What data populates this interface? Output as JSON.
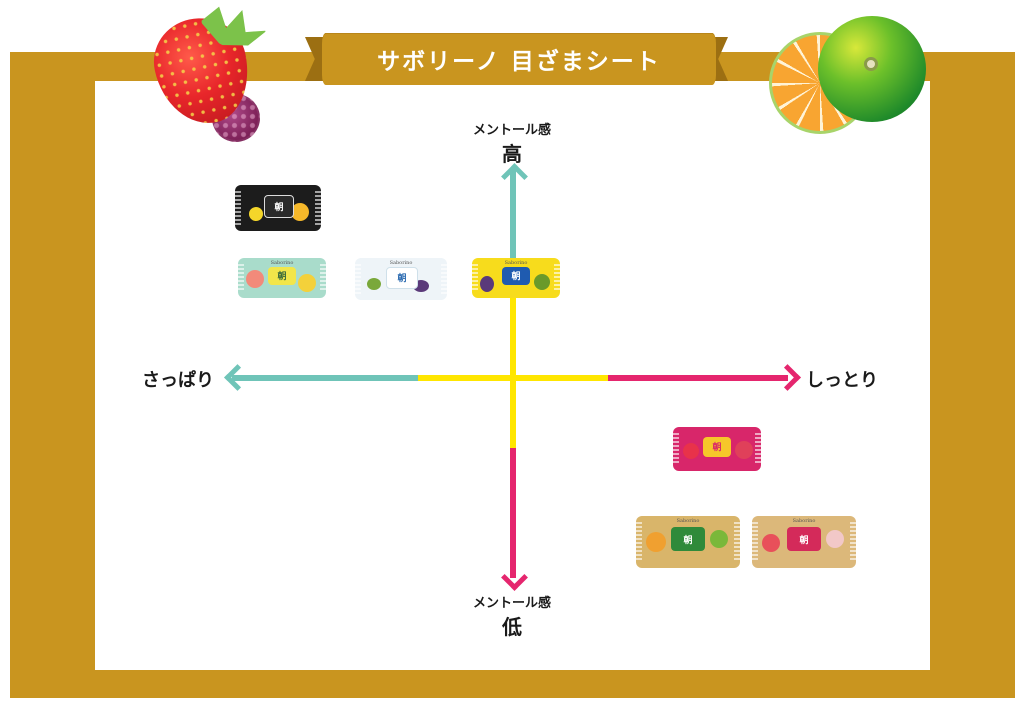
{
  "banner": {
    "title": "サボリーノ 目ざまシート"
  },
  "axes": {
    "top": {
      "caption": "メントール感",
      "value": "高"
    },
    "bottom": {
      "caption": "メントール感",
      "value": "低"
    },
    "left": {
      "label": "さっぱり"
    },
    "right": {
      "label": "しっとり"
    }
  },
  "colors": {
    "frame": "#c9951f",
    "ribbon_dark": "#9c6f12",
    "axis_teal": "#6fc4b8",
    "axis_yellow": "#ffe600",
    "axis_pink": "#e5266e"
  },
  "decorations": [
    {
      "icon": "strawberry-icon",
      "position": "top-left"
    },
    {
      "icon": "raspberry-icon",
      "position": "top-left"
    },
    {
      "icon": "orange-slice-icon",
      "position": "top-right"
    },
    {
      "icon": "lime-icon",
      "position": "top-right"
    }
  ],
  "products": [
    {
      "id": "black-citrus",
      "brand": "Saborino",
      "window_text": "朝",
      "color": "#1c1c1c",
      "accent": "#f4d62a",
      "quadrant": "refreshing-high"
    },
    {
      "id": "mint-grapefruit",
      "brand": "Saborino",
      "window_text": "朝",
      "color": "#a9dccb",
      "accent": "#f2e64a",
      "quadrant": "refreshing-high"
    },
    {
      "id": "white-kiwi",
      "brand": "Saborino",
      "window_text": "朝",
      "color": "#eef4f8",
      "accent": "#5aa0d8",
      "quadrant": "refreshing-high"
    },
    {
      "id": "yellow-avocado",
      "brand": "Saborino",
      "window_text": "朝",
      "color": "#f7dc1c",
      "accent": "#1f5bb0",
      "quadrant": "center-high"
    },
    {
      "id": "pink-berry",
      "brand": "Saborino",
      "window_text": "朝",
      "color": "#d8266a",
      "accent": "#f6c72a",
      "quadrant": "moist-low"
    },
    {
      "id": "gold-citrus",
      "brand": "Saborino",
      "window_text": "朝",
      "color": "#d9b56a",
      "accent": "#2f8a3a",
      "quadrant": "moist-low"
    },
    {
      "id": "gold-strawberry",
      "brand": "Saborino",
      "window_text": "朝",
      "color": "#dcb87a",
      "accent": "#d42a5a",
      "quadrant": "moist-low"
    }
  ]
}
